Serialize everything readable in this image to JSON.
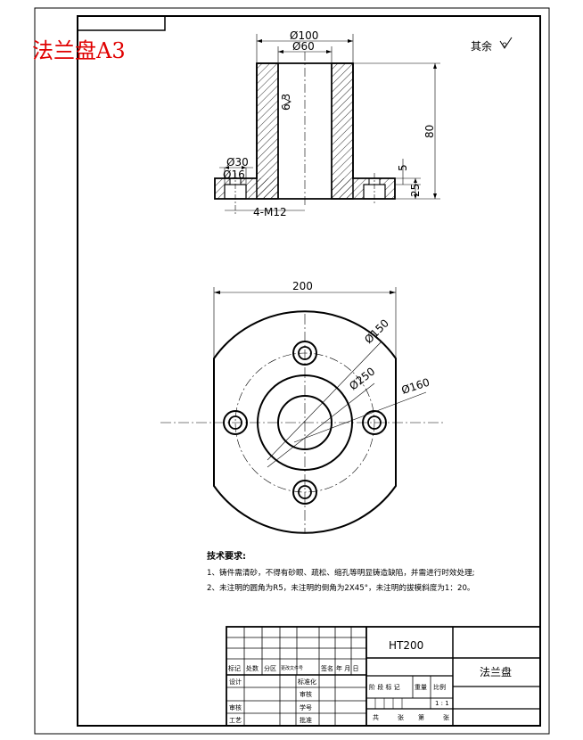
{
  "title": "法兰盘A3",
  "roughness_note": "其余",
  "front_view": {
    "dim_outer": "Ø100",
    "dim_inner": "Ø60",
    "dim_height": "80",
    "dim_flange_step": "5",
    "dim_flange_thick": "25",
    "dim_counterbore": "Ø30",
    "dim_hole": "Ø16",
    "thread": "4-M12",
    "roughness": "6.3"
  },
  "top_view": {
    "dim_width": "200",
    "dim_pcd": "Ø150",
    "dim_outer": "Ø250",
    "dim_boss": "Ø160"
  },
  "tech_requirements": {
    "heading": "技术要求:",
    "line1": "1、铸件需清砂，不得有砂眼、疏松、缩孔等明显铸造缺陷，并需进行时效处理;",
    "line2": "2、未注明的圆角为R5，未注明的倒角为2X45°，未注明的拔模斜度为1：20。"
  },
  "title_block": {
    "material": "HT200",
    "part_name": "法兰盘",
    "mark": "标记",
    "count": "处数",
    "zone": "分区",
    "doc_no": "更改文件号",
    "sign": "签名",
    "date": "年 月 日",
    "design": "设计",
    "standard": "标准化",
    "review": "审核",
    "process": "工艺",
    "approve": "批准",
    "audit": "审核",
    "student_no": "学号",
    "stage": "阶 段 标 记",
    "weight": "重量",
    "ratio": "比例",
    "ratio_value": "1 : 1",
    "total": "共",
    "sheets": "张",
    "page": "第",
    "sheet_unit": "张"
  }
}
